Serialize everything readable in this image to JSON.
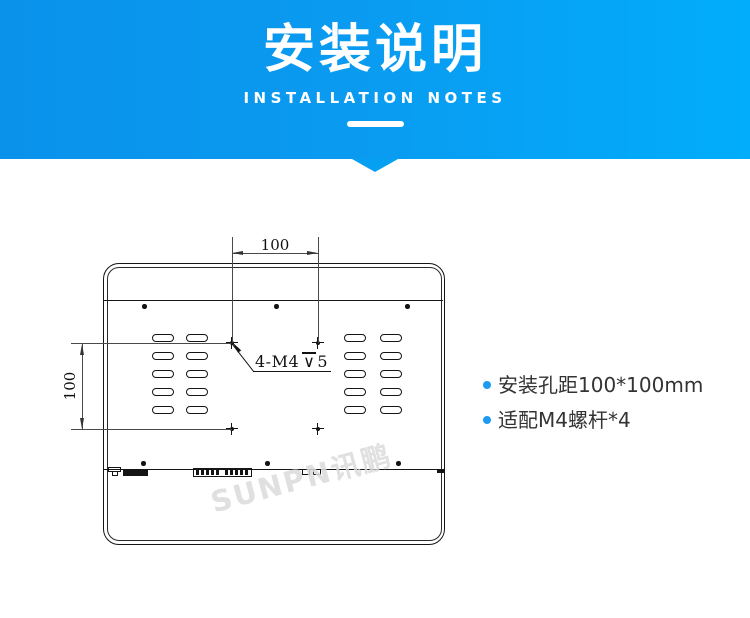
{
  "header": {
    "title": "安装说明",
    "subtitle": "INSTALLATION NOTES"
  },
  "drawing": {
    "dim_top": "100",
    "dim_left": "100",
    "hole_label": {
      "prefix": "4-M4",
      "depth_symbol": "∨",
      "suffix": "5"
    },
    "watermark": "SUNPN讯鹏"
  },
  "notes": {
    "items": [
      {
        "text": "安装孔距100*100mm"
      },
      {
        "text": "适配M4螺杆*4"
      }
    ]
  },
  "colors": {
    "banner_gradient_left": "#0a92eb",
    "banner_gradient_right": "#02adfc",
    "bullet_accent": "#1d9bf1",
    "line_color": "#141414"
  }
}
